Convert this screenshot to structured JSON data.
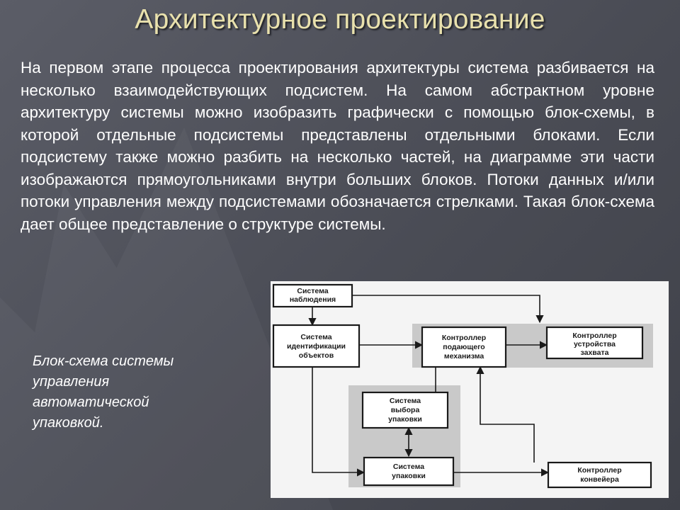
{
  "slide": {
    "title": "Архитектурное проектирование",
    "paragraph": "На первом этапе процесса проектирования архитектуры система разбивается на несколько взаимодействующих подсистем. На самом абстрактном уровне архитектуру системы можно изобразить графически с помощью блок-схемы, в которой отдельные подсистемы представлены отдельными блоками. Если подсистему также можно разбить на несколько частей, на диаграмме эти части изображаются прямоугольниками внутри больших блоков. Потоки данных и/или потоки управления между подсистемами обозначается стрелками. Такая блок-схема дает общее представление о структуре системы.",
    "caption": [
      "Блок-схема системы",
      "управления",
      "автоматической",
      "упаковкой."
    ]
  },
  "diagram": {
    "blocks": {
      "observation": [
        "Система",
        "наблюдения"
      ],
      "identification": [
        "Система",
        "идентификации",
        "объектов"
      ],
      "feeder": [
        "Контроллер",
        "подающего",
        "механизма"
      ],
      "gripper": [
        "Контроллер",
        "устройства",
        "захвата"
      ],
      "pack_select": [
        "Система",
        "выбора",
        "упаковки"
      ],
      "packing": [
        "Система",
        "упаковки"
      ],
      "conveyor": [
        "Контроллер",
        "конвейера"
      ]
    },
    "colors": {
      "group_fill": "#c9c9c9",
      "box_fill": "#ffffff",
      "stroke": "#1a1a1a"
    }
  }
}
